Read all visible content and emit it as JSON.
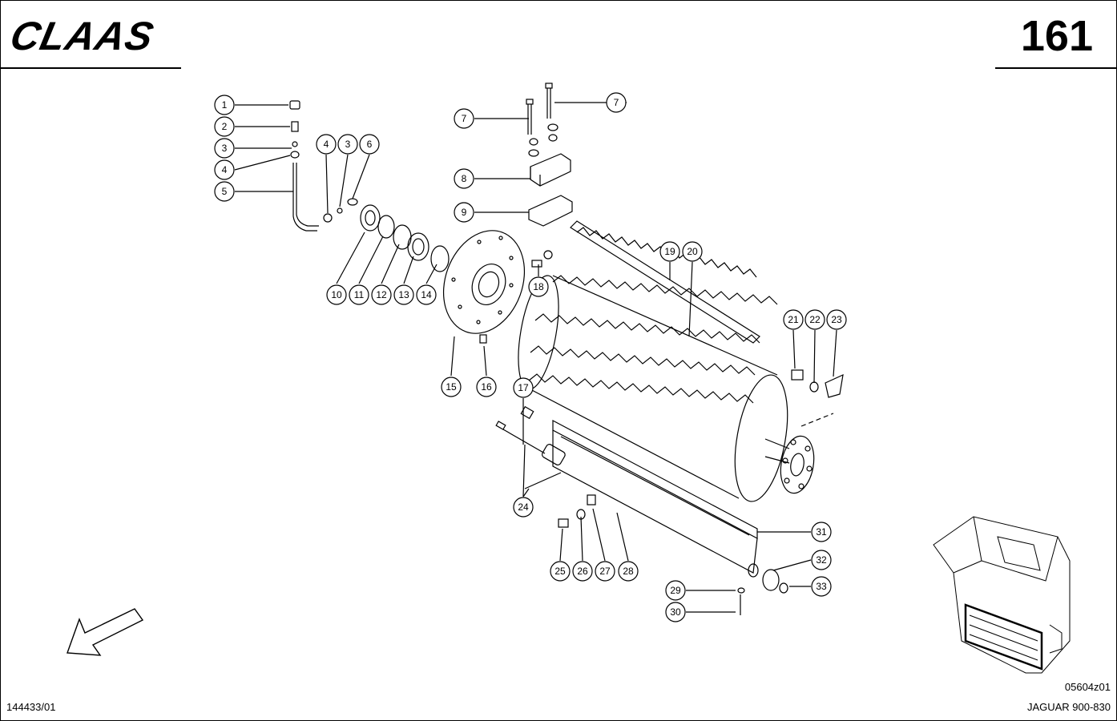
{
  "header": {
    "brand": "CLAAS",
    "page_number": "161"
  },
  "footer": {
    "document_id": "144433/01",
    "drawing_id": "05604z01",
    "model": "JAGUAR 900-830"
  },
  "callouts": [
    "1",
    "2",
    "3",
    "4",
    "5",
    "4",
    "3",
    "6",
    "7",
    "7",
    "8",
    "9",
    "10",
    "11",
    "12",
    "13",
    "14",
    "15",
    "16",
    "17",
    "18",
    "19",
    "20",
    "21",
    "22",
    "23",
    "24",
    "25",
    "26",
    "27",
    "28",
    "29",
    "30",
    "31",
    "32",
    "33"
  ]
}
